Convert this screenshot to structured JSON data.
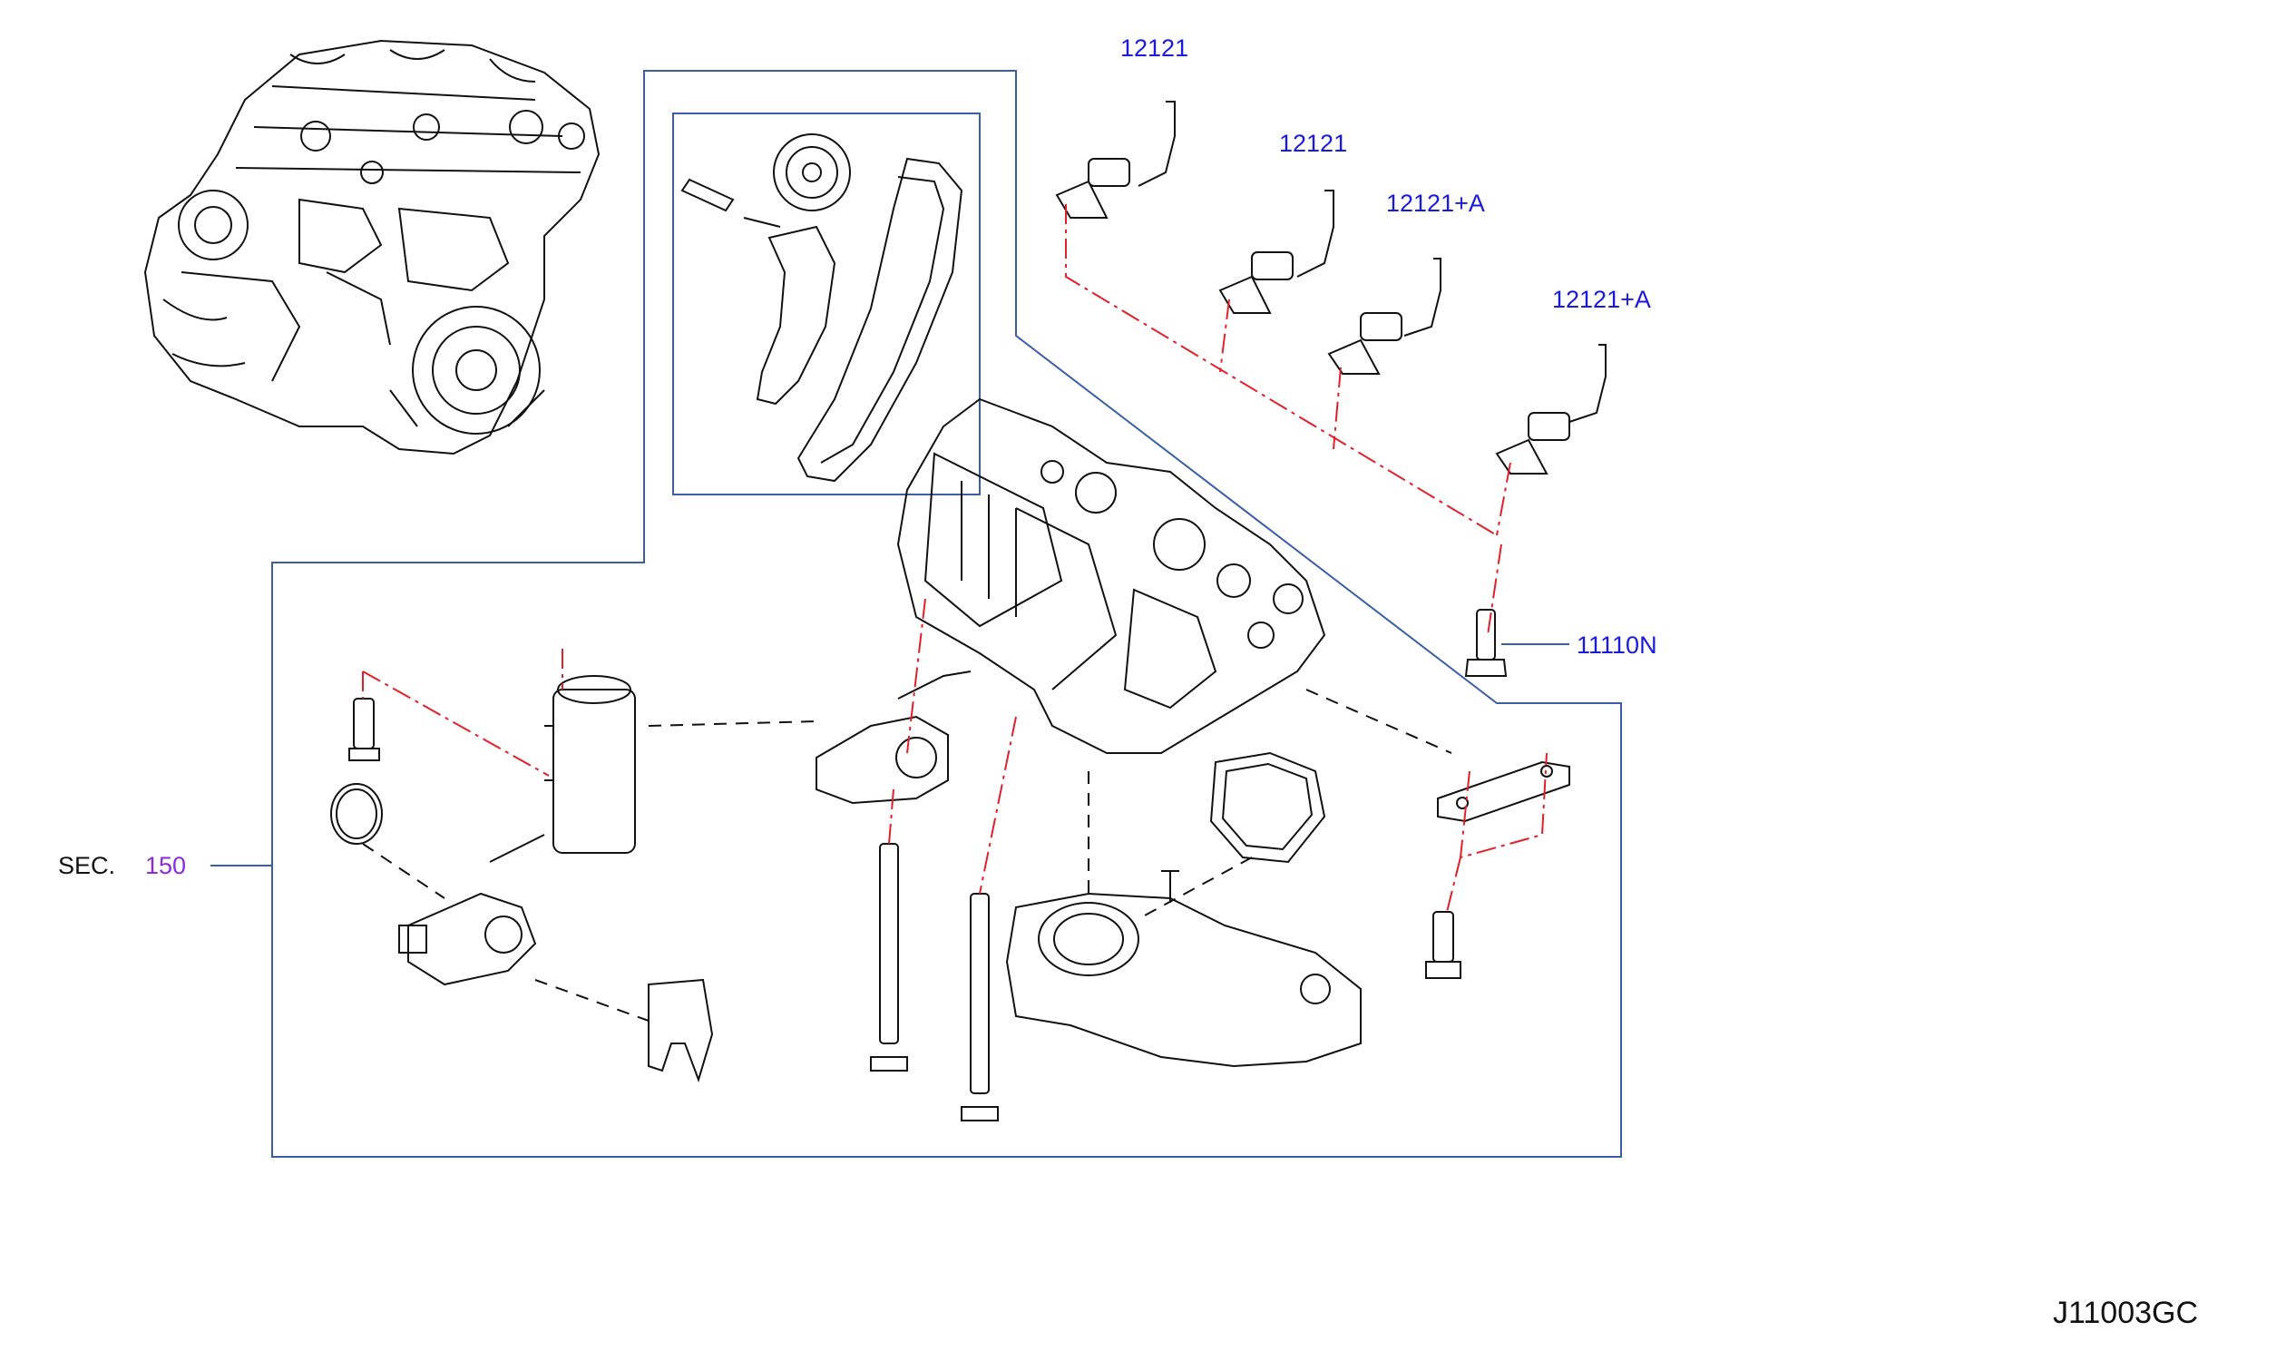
{
  "colors": {
    "callout": "#1a1adf",
    "section_ref": "#8a2be2",
    "frame": "#3a5fa8",
    "leader": "#e0202a",
    "drawing": "#111111"
  },
  "labels": {
    "part_12121_a": "12121",
    "part_12121_b": "12121",
    "part_12121A_a": "12121+A",
    "part_12121A_b": "12121+A",
    "part_11110N": "11110N",
    "sec_prefix": "SEC.",
    "sec_number": "150",
    "diagram_code": "J11003GC"
  }
}
